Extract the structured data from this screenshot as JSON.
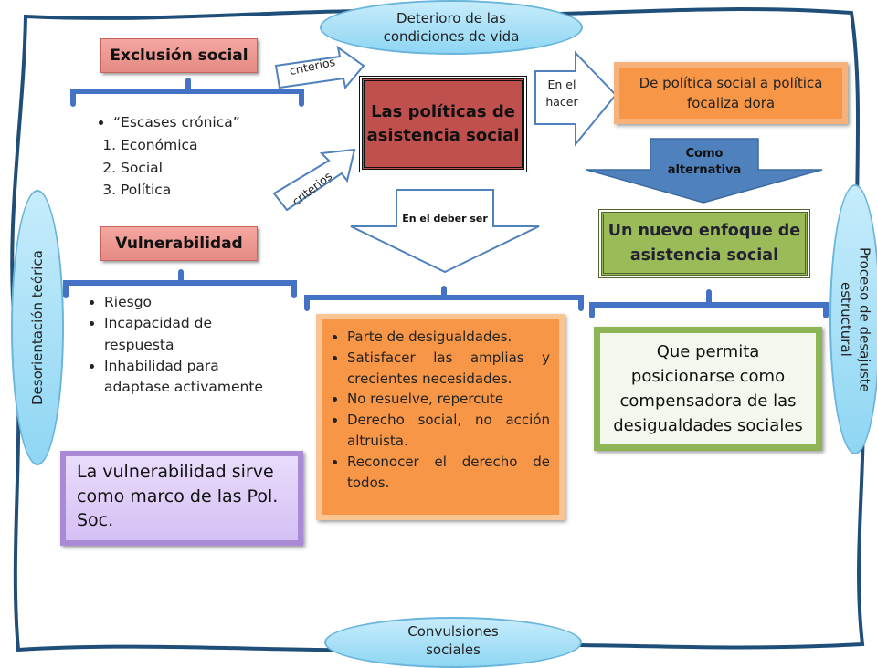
{
  "ellipses": {
    "top": "Deterioro de las condiciones de vida",
    "bottom": "Convulsiones sociales",
    "left": "Desorientación teórica",
    "right": "Proceso de desajuste estructural"
  },
  "left": {
    "exclusion_title": "Exclusión social",
    "exclusion_bullet": "“Escases crónica”",
    "exclusion_items": [
      "Económica",
      "Social",
      "Política"
    ],
    "vulnerabilidad_title": "Vulnerabilidad",
    "vulnerabilidad_items": [
      "Riesgo",
      "Incapacidad de respuesta",
      "Inhabilidad para adaptase activamente"
    ],
    "purple_text": "La vulnerabilidad sirve como marco de las Pol. Soc."
  },
  "arrows": {
    "criterios_top": "criterios",
    "criterios_bottom": "criterios",
    "en_el_hacer": "En el hacer",
    "en_el_deber_ser": "En el deber ser",
    "como_alternativa": "Como alternativa"
  },
  "center": {
    "policy_title": "Las políticas de asistencia social",
    "orange_items": [
      "Parte de desigualdades.",
      "Satisfacer las amplias y crecientes necesidades.",
      "No resuelve, repercute",
      "Derecho social, no acción altruista.",
      "Reconocer el derecho de todos."
    ]
  },
  "right": {
    "orange_text": "De política social  a política focaliza dora",
    "green_title": "Un nuevo enfoque de asistencia social",
    "green_text": "Que permita posicionarse como compensadora de las desigualdades sociales"
  }
}
